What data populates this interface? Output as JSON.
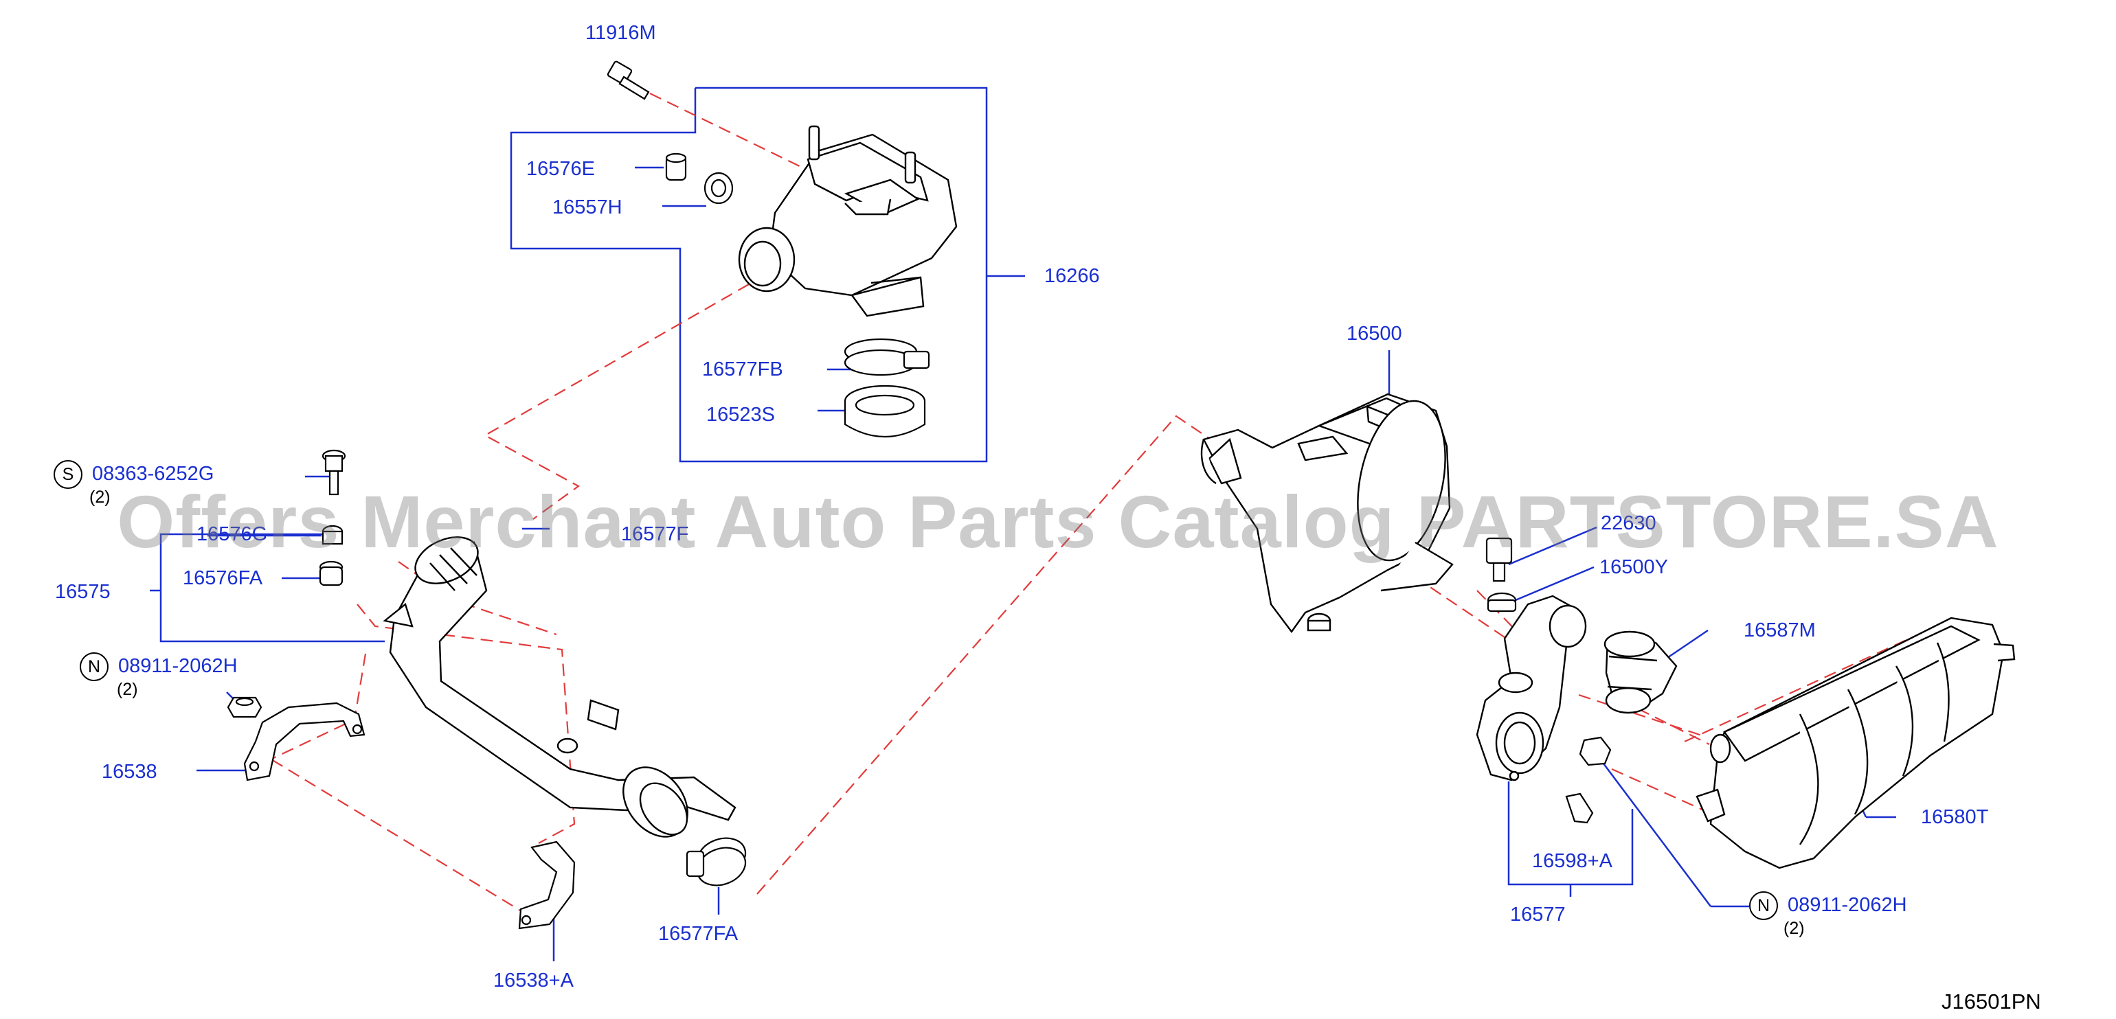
{
  "diagram": {
    "code": "J16501PN",
    "watermark": "Offers Merchant Auto Parts Catalog PARTSTORE.SA",
    "colors": {
      "label": "#1a2fd0",
      "dash": "#e33b3b",
      "line": "#000000"
    },
    "parts": {
      "p11916M": "11916M",
      "p16576E": "16576E",
      "p16557H": "16557H",
      "p16266": "16266",
      "p16577FB": "16577FB",
      "p16523S": "16523S",
      "p08363": "08363-6252G",
      "p08363_qty": "(2)",
      "p16576G": "16576G",
      "p16577F": "16577F",
      "p16575": "16575",
      "p16576FA": "16576FA",
      "p08911a": "08911-2062H",
      "p08911a_qty": "(2)",
      "p16538": "16538",
      "p16538A": "16538+A",
      "p16577FA": "16577FA",
      "p16500": "16500",
      "p22630": "22630",
      "p16500Y": "16500Y",
      "p16587M": "16587M",
      "p16580T": "16580T",
      "p16598A": "16598+A",
      "p16577": "16577",
      "p08911b": "08911-2062H",
      "p08911b_qty": "(2)"
    },
    "prefix": {
      "s": "S",
      "n": "N"
    }
  }
}
